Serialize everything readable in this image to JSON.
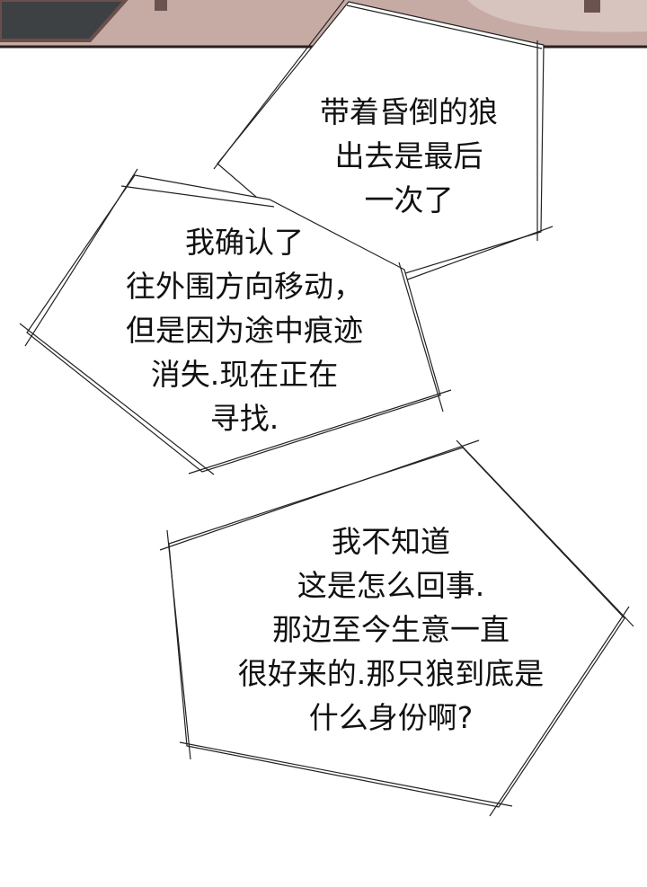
{
  "colors": {
    "panel_wall": "#c6aba5",
    "panel_shadow": "#b89a94",
    "panel_dark": "#3d4144",
    "ink": "#111111",
    "background": "#ffffff"
  },
  "bubbles": [
    {
      "lines": [
        "带着昏倒的狼",
        "出去是最后",
        "一次了"
      ]
    },
    {
      "lines": [
        "我确认了",
        "往外围方向移动，",
        "但是因为途中痕迹",
        "消失.现在正在",
        "寻找."
      ]
    },
    {
      "lines": [
        "我不知道",
        "这是怎么回事.",
        "那边至今生意一直",
        "很好来的.那只狼到底是",
        "什么身份啊?"
      ]
    }
  ]
}
